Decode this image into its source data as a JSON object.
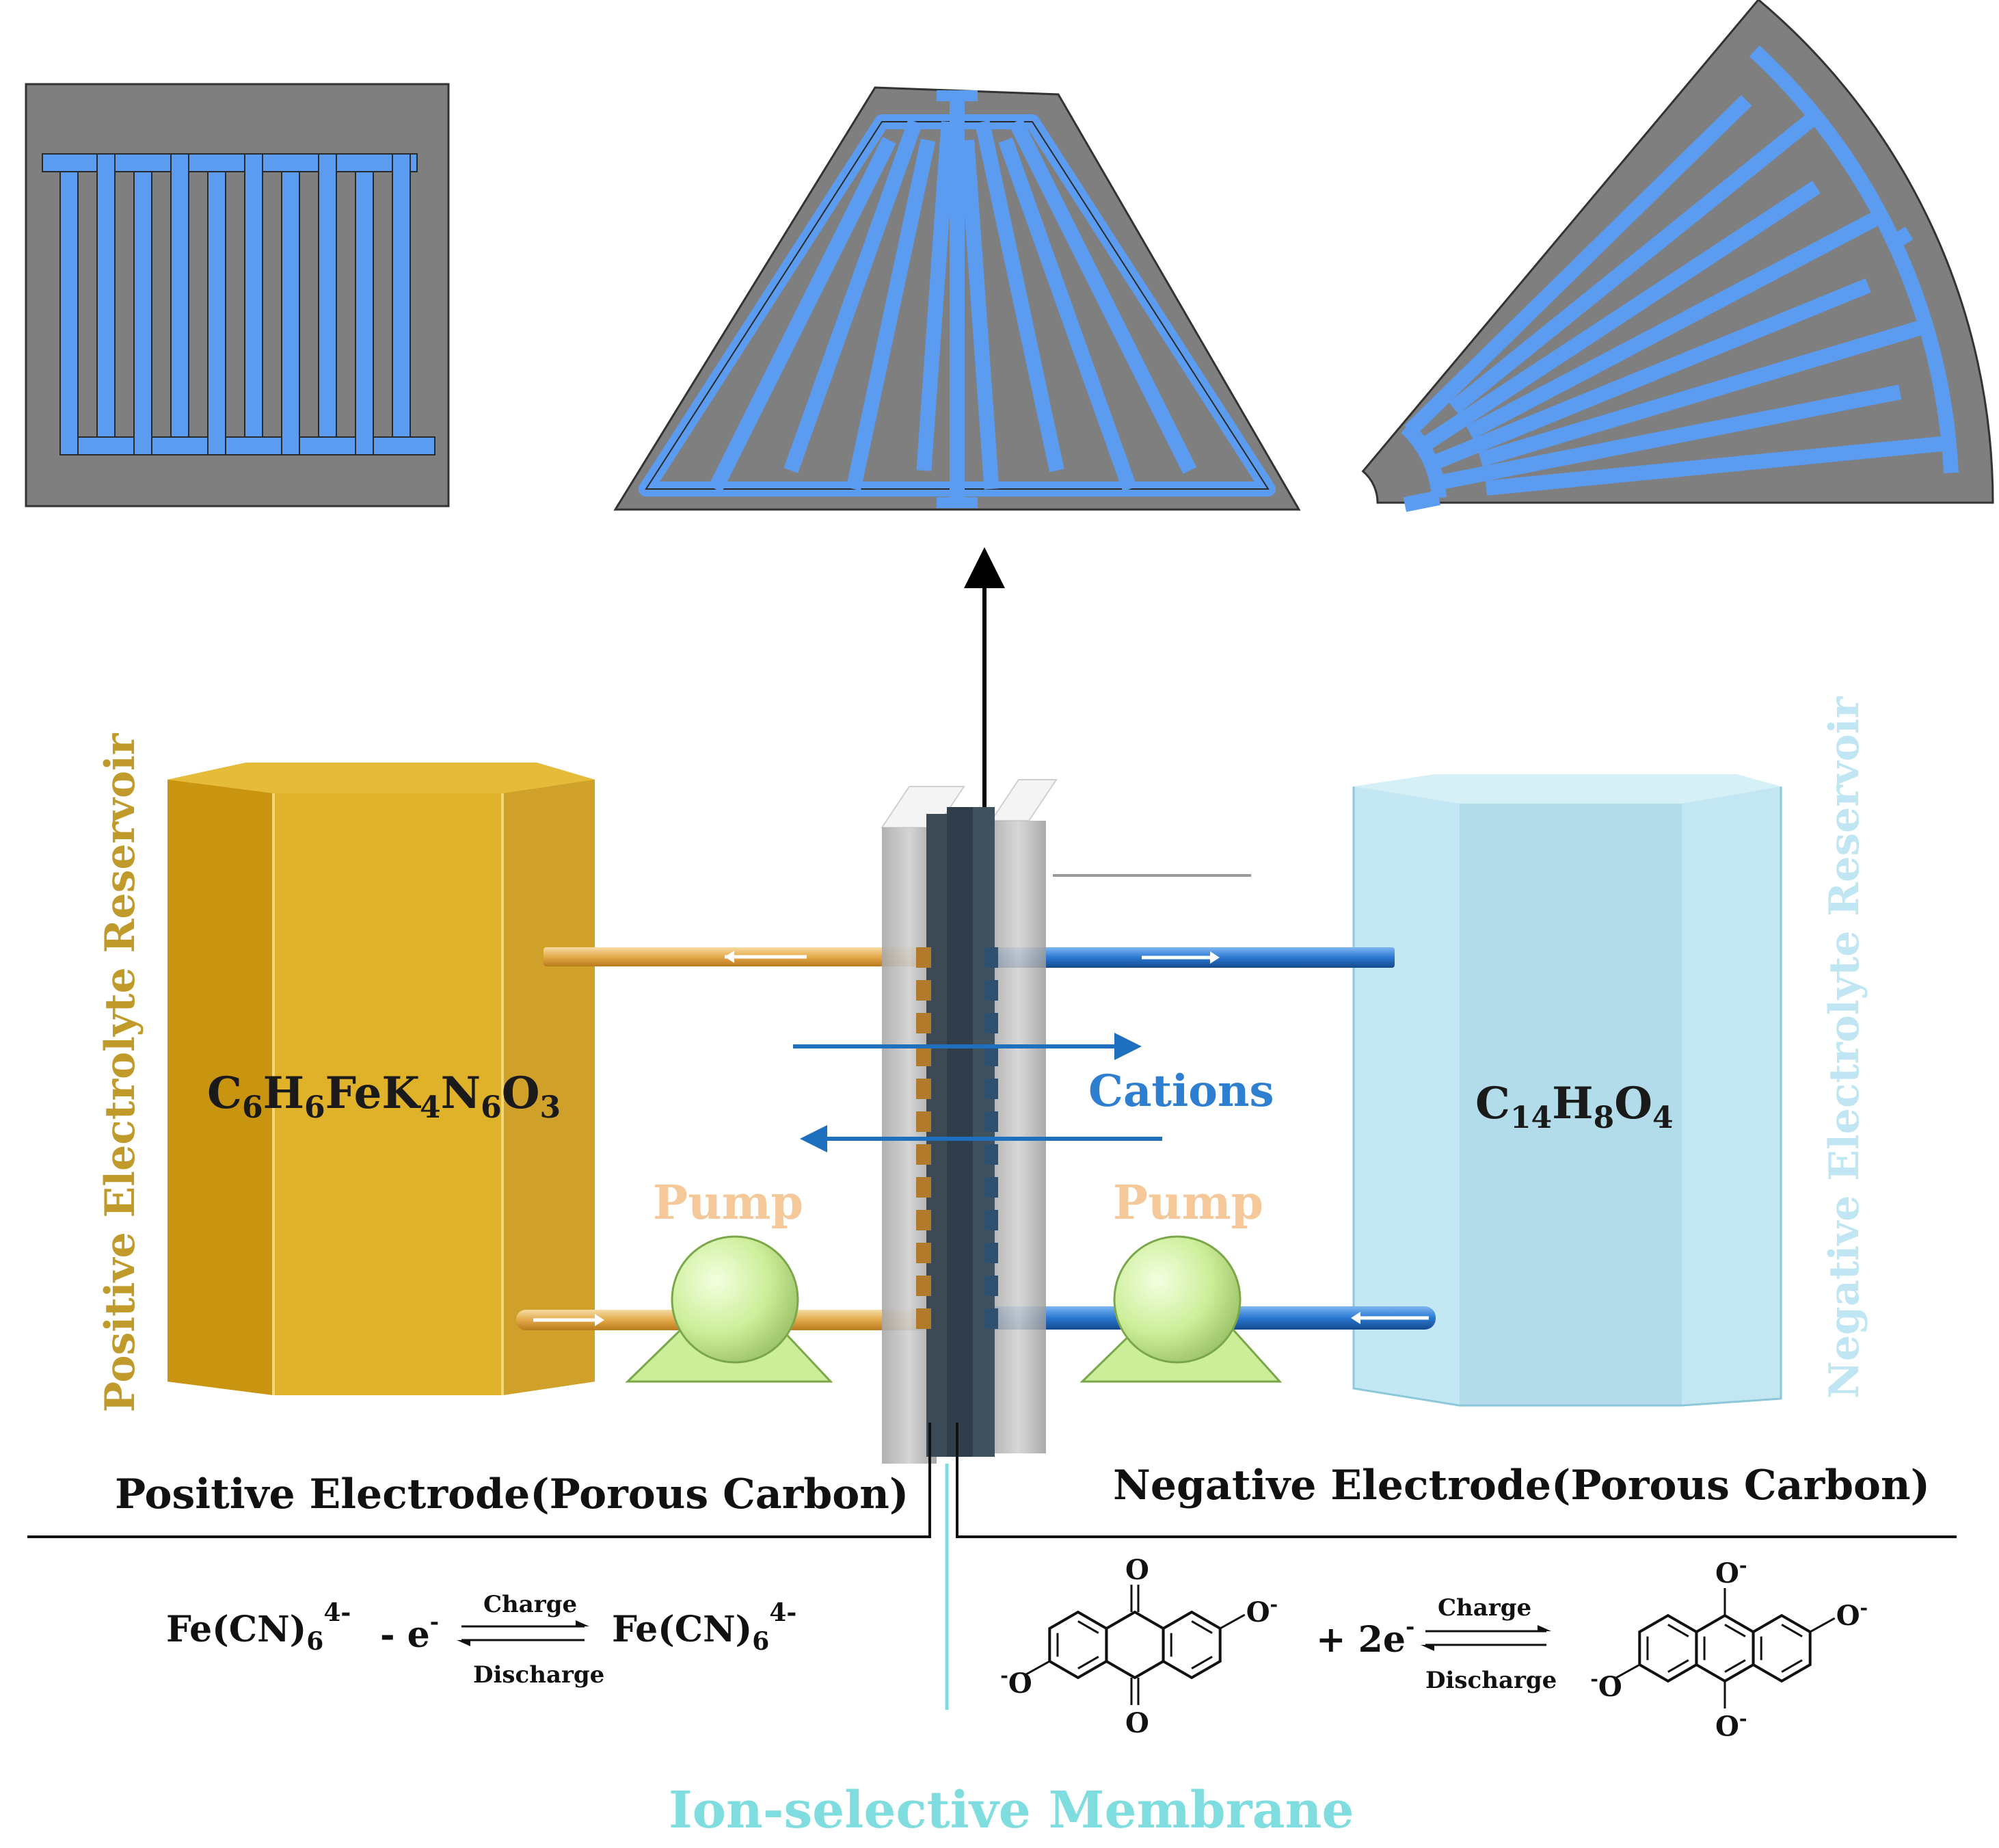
{
  "labels": {
    "positive_reservoir": "Positive Electrolyte Reservoir",
    "negative_reservoir": "Negative Electrolyte Reservoir",
    "positive_electrode": "Positive Electrode(Porous Carbon)",
    "negative_electrode": "Negative Electrode(Porous Carbon)",
    "membrane": "Ion-selective Membrane",
    "cations": "Cations",
    "pump_left": "Pump",
    "pump_right": "Pump"
  },
  "formulas": {
    "positive": {
      "parts": [
        [
          "C",
          "n"
        ],
        [
          "6",
          "s"
        ],
        [
          "H",
          "n"
        ],
        [
          "6",
          "s"
        ],
        [
          "FeK",
          "n"
        ],
        [
          "4",
          "s"
        ],
        [
          "N",
          "n"
        ],
        [
          "6",
          "s"
        ],
        [
          "O",
          "n"
        ],
        [
          "3",
          "s"
        ]
      ]
    },
    "negative": {
      "parts": [
        [
          "C",
          "n"
        ],
        [
          "14",
          "s"
        ],
        [
          "H",
          "n"
        ],
        [
          "8",
          "s"
        ],
        [
          "O",
          "n"
        ],
        [
          "4",
          "s"
        ]
      ]
    }
  },
  "reactions": {
    "left_reactant": "Fe(CN)",
    "left_reactant_sub": "6",
    "left_reactant_sup": "4-",
    "left_minus": "- e",
    "left_minus_sup": "-",
    "left_product": "Fe(CN)",
    "left_product_sub": "6",
    "left_product_sup": "4-",
    "right_plus": "+ 2e",
    "right_plus_sup": "-",
    "charge": "Charge",
    "discharge": "Discharge",
    "anion_label": "O",
    "anion_charge": "-",
    "ketone_label": "O"
  },
  "colors": {
    "positive": "#d9a521",
    "positive_dark": "#b8860b",
    "negative": "#c6e9f4",
    "negative_text": "#bfe6f2",
    "channel_blue": "#5b9bf0",
    "plate_gray": "#7f7f7f",
    "pump_green": "#ccee99",
    "pump_label": "#f5c89a",
    "cations_blue": "#2e7fd0",
    "membrane_text": "#7fdde0",
    "arrow_blue": "#1f6fbf",
    "pipe_orange": "#e8b96a",
    "pipe_blue": "#2a78d2"
  },
  "icons": [
    "interdigitated-flow-field",
    "trapezoid-flow-field",
    "sector-flow-field",
    "pump-icon"
  ]
}
